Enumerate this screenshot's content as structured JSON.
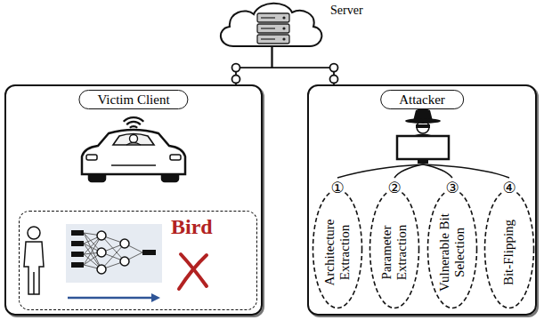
{
  "diagram": {
    "nodes": [
      {
        "text": [
          "Server"
        ]
      },
      {
        "text": [
          "Victim Client"
        ]
      },
      {
        "text": [
          "Bird"
        ],
        "in": 1
      },
      {
        "text": [
          "Attacker"
        ]
      },
      {
        "text": [
          "①",
          "Architecture Extraction"
        ],
        "in": 3
      },
      {
        "text": [
          "②",
          "Parameter Extraction"
        ],
        "in": 3
      },
      {
        "text": [
          "③",
          "Vulnerable Bit Selection"
        ],
        "in": 3
      },
      {
        "text": [
          "④",
          "Bit-Flipping"
        ],
        "in": 3
      }
    ],
    "edges": [
      {
        "from": 0,
        "to": 1,
        "arrow": "none"
      },
      {
        "from": 0,
        "to": 3,
        "arrow": "none"
      }
    ]
  }
}
